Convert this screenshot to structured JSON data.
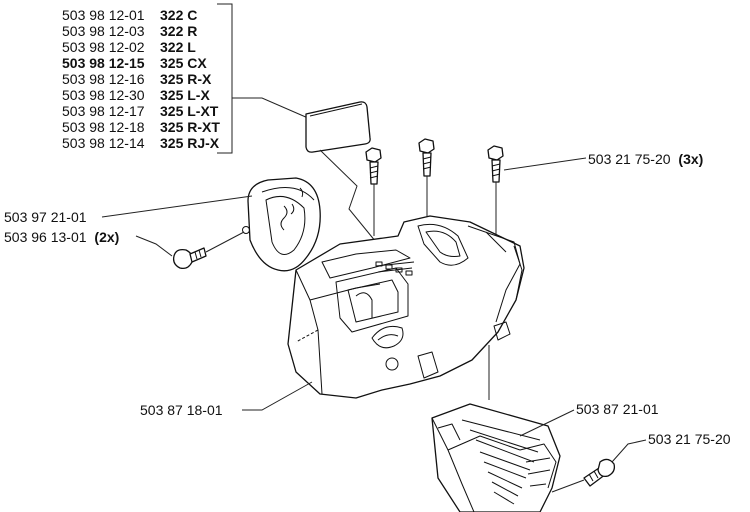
{
  "label_table": {
    "rows": [
      {
        "part": "503 98 12-01",
        "model": "322 C",
        "bold_part": false
      },
      {
        "part": "503 98 12-03",
        "model": "322 R",
        "bold_part": false
      },
      {
        "part": "503 98 12-02",
        "model": "322 L",
        "bold_part": false
      },
      {
        "part": "503 98 12-15",
        "model": "325 CX",
        "bold_part": true
      },
      {
        "part": "503 98 12-16",
        "model": "325 R-X",
        "bold_part": false
      },
      {
        "part": "503 98 12-30",
        "model": "325 L-X",
        "bold_part": false
      },
      {
        "part": "503 98 12-17",
        "model": "325 L-XT",
        "bold_part": false
      },
      {
        "part": "503 98 12-18",
        "model": "325 R-XT",
        "bold_part": false
      },
      {
        "part": "503 98 12-14",
        "model": "325 RJ-X",
        "bold_part": false
      }
    ]
  },
  "callouts": {
    "screws_top": {
      "part": "503 21 75-20",
      "qty": "(3x)"
    },
    "cap": {
      "part": "503 97 21-01"
    },
    "cap_screw": {
      "part": "503 96 13-01",
      "qty": "(2x)"
    },
    "cover": {
      "part": "503 87 18-01"
    },
    "guard": {
      "part": "503 87 21-01"
    },
    "guard_screw": {
      "part": "503 21 75-20"
    }
  }
}
